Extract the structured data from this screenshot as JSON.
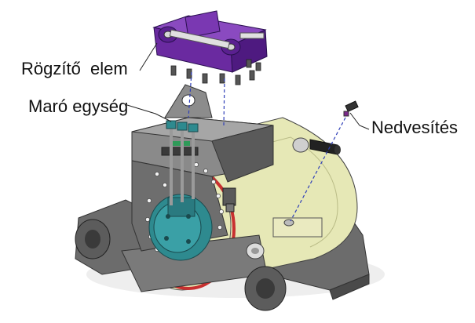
{
  "labels": {
    "fastening_element": "Rögzítő  elem",
    "milling_unit": "Maró egység",
    "wetting": "Nedvesítés"
  },
  "colors": {
    "purple_bracket": "#6a2aa0",
    "frame_gray": "#7c7c7c",
    "frame_dark": "#4c4c4c",
    "drum_yellow": "#e6e8b6",
    "motor_teal": "#2e8a8f",
    "seal_red": "#c83030",
    "leader_dashed": "#2f3fb8"
  }
}
